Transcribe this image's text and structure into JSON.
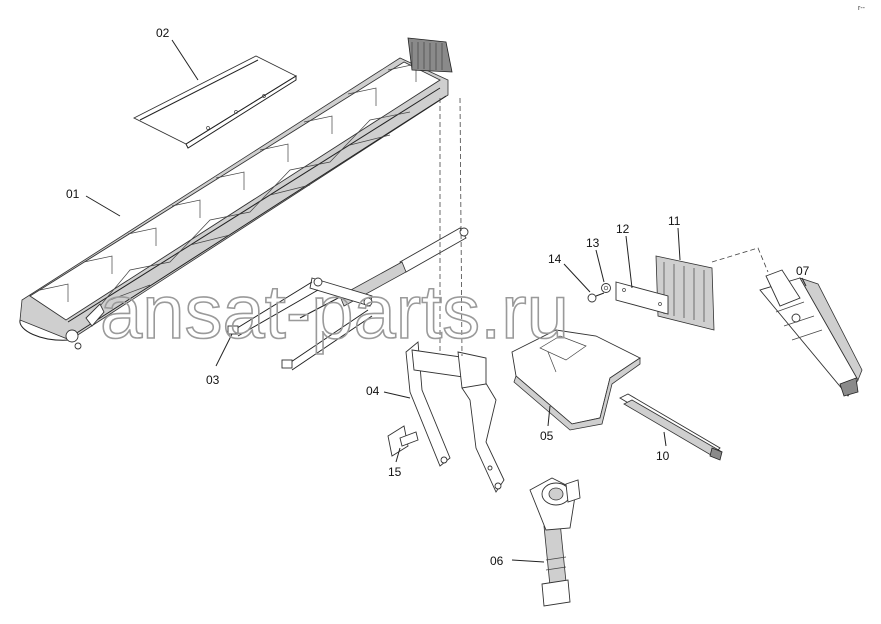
{
  "watermark": "ansat-parts.ru",
  "corner_mark": "r--",
  "callouts": {
    "c01": "01",
    "c02": "02",
    "c03": "03",
    "c04": "04",
    "c05": "05",
    "c06": "06",
    "c07": "07",
    "c10": "10",
    "c11": "11",
    "c12": "12",
    "c13": "13",
    "c14": "14",
    "c15": "15"
  }
}
